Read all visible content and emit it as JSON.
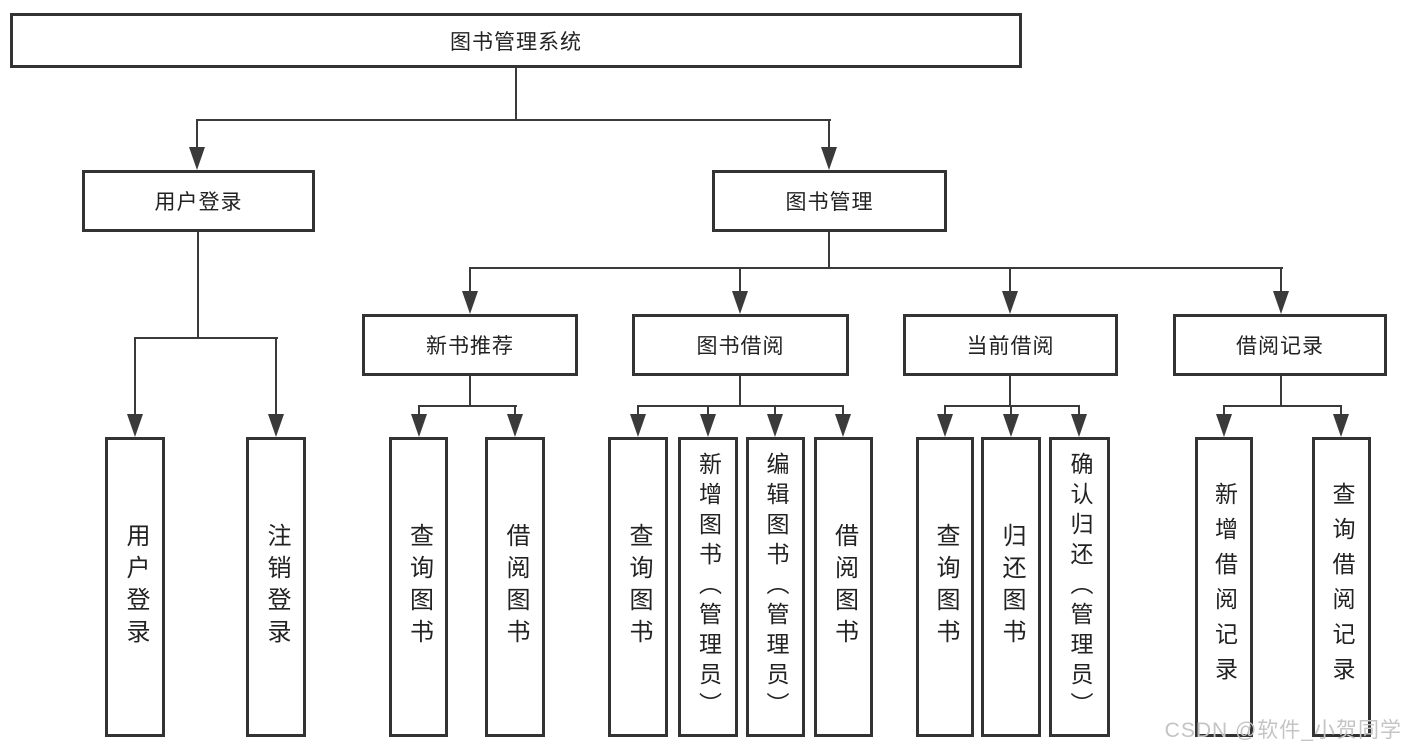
{
  "colors": {
    "background": "#ffffff",
    "box_border": "#333333",
    "line": "#3a3a3a",
    "text": "#222222",
    "watermark": "#c4c4c4"
  },
  "watermark": "CSDN @软件_小贺同学",
  "nodes": {
    "root": "图书管理系统",
    "user_login": "用户登录",
    "book_mgmt": "图书管理",
    "new_book_rec": "新书推荐",
    "book_borrow": "图书借阅",
    "current_borrow": "当前借阅",
    "borrow_records": "借阅记录",
    "leaf_user_login": "用户登录",
    "leaf_logout": "注销登录",
    "nbr_query_books": "查询图书",
    "nbr_borrow_books": "借阅图书",
    "bb_query_books": "查询图书",
    "bb_add_books": "新增图书（管理员）",
    "bb_edit_books": "编辑图书（管理员）",
    "bb_borrow_books": "借阅图书",
    "cb_query_books": "查询图书",
    "cb_return_books": "归还图书",
    "cb_confirm_return": "确认归还（管理员）",
    "br_add_record": "新增借阅记录",
    "br_query_record": "查询借阅记录"
  }
}
